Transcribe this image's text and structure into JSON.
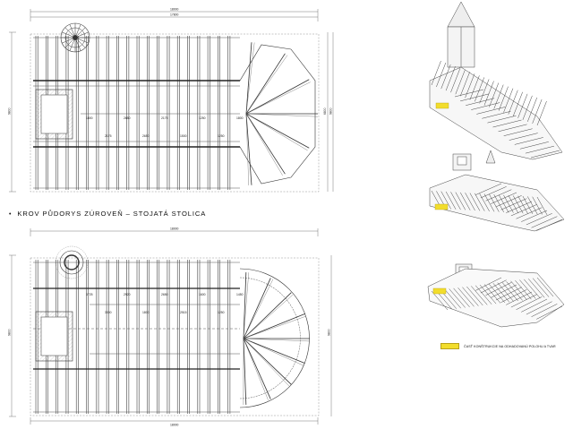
{
  "caption": {
    "bullet": "•",
    "text": "KROV PŮDORYS ZÚROVEŇ – STOJATÁ STOLICA"
  },
  "legend": {
    "color": "#f2dd2c",
    "text": "ČASŤ KONŠTRUKCIE NA ODHADOVANÚ POLOHU A TVAR"
  },
  "plan_top": {
    "dim_top_total": "18000",
    "dim_top_sub": "17800",
    "dim_left": "9800",
    "dim_right_a": "6800",
    "dim_right_b": "9800",
    "inner": [
      "1800",
      "2175",
      "2650",
      "2650",
      "2175",
      "1500",
      "1250",
      "1250",
      "1800"
    ]
  },
  "plan_bottom": {
    "dim_top_total": "18000",
    "dim_left": "9800",
    "dim_right": "9800",
    "dim_bottom_total": "18000",
    "inner": [
      "3725",
      "3300",
      "2920",
      "1800",
      "2650",
      "2515",
      "1600",
      "1250",
      "1450"
    ]
  }
}
